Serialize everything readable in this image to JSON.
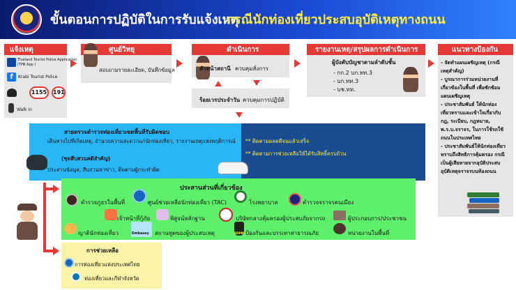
{
  "header": {
    "title_main": "ขั้นตอนการปฏิบัติในการรับแจ้งเหตุ",
    "title_sub": "กรณีนักท่องเที่ยวประสบอุบัติเหตุทางถนน"
  },
  "step1": {
    "title": "แจ้งเหตุ",
    "app_name": "Thailand Tourist Police Application",
    "app_sub": "(TPB App )",
    "fb_label": "Krabi Tourist Police",
    "phone1": "1155",
    "phone2": "191",
    "walkin": "Walk in"
  },
  "step2": {
    "title": "ศูนย์วิทยุ",
    "desc": "สอบถามรายละเอียด, บันทึกข้อมูล"
  },
  "step3": {
    "title": "ดำเนินการ",
    "role1": "หัวหน้าสถานี",
    "role1_desc": "ควบคุมสั่งการ",
    "role2": "ร้อยเวรประจำวัน",
    "role2_desc": "ควบคุมการปฏิบัติ"
  },
  "step4": {
    "title": "รายงานเหตุ/สรุปผลการดำเนินการ",
    "desc": "ผู้บังคับบัญชาตามลำดับชั้น",
    "items": [
      "- กก.2 บก.ทท.3",
      "- บก.ทท.3",
      "- บช.ทท."
    ]
  },
  "step5": {
    "title": "แนวทางป้องกัน",
    "lines": [
      "- จัดทำแผนเผชิญเหตุ (กรณี",
      "เหตุสำคัญ)",
      "- บูรณาการร่วมหน่วยงานที่",
      "เกี่ยวข้องในพื้นที่ เพื่อซักซ้อม",
      "แผนเผชิญเหตุ",
      "- ประชาสัมพันธ์ ให้นักท่อง",
      "เที่ยวทราบและเข้าใจเกี่ยวกับ",
      "กฎ, ระเบียบ, กฎหมาย,",
      "พ.ร.บ.จราจร, ในการใช้รถใช้",
      "ถนนในประเทศไทย",
      "- ประชาสัมพันธ์ให้นักท่องเที่ยว",
      "ทราบถึงสิทธิการคุ้มครอง กรณี",
      "เป็นผู้เสียหายจากอุบัติประสบ",
      "อุบัติเหตุจราจรบนท้องถนน"
    ]
  },
  "patrol": {
    "title": "สายตรวจตำรวจท่องเที่ยวเขตพื้นที่รับผิดชอบ",
    "desc": "เดินทางไปที่เกิดเหตุ, อำนวยความสะดวกแก่นักท่องเที่ยว, รายงานเหตุแห่งพฤติการณ์",
    "team": "(ชุดสืบสวนคดีสำคัญ)",
    "team_desc": "ประสานข้อมูล, สืบสวนหาข่าว, ติดตามผู้กระทำผิด",
    "follow1": "** ติดตามผลคดีจนแล้วเสร็จ",
    "follow2": "** ติดตามการช่วยเหลือให้ได้รับสิทธิ์ครบถ้วน"
  },
  "coord": {
    "title": "ประสานส่วนที่เกี่ยวข้อง",
    "items": [
      "ตำรวจภูธรในพื้นที่",
      "ศูนย์ช่วยเหลือนักท่องเที่ยว (TAC)",
      "โรงพยาบาล",
      "ตำรวจจราจรคนเมือง",
      "เจ้าหน้าที่กู้ภัย",
      "พิสูจน์หลักฐาน",
      "บริษัทกลางคุ้มครองผู้ประสบภัยจากรถ",
      "ผู้ประกอบการ/ประชาชน",
      "ญาตินักท่องเที่ยว",
      "สถานทูตของผู้ประสบเหตุ",
      "ป้องกันและบรรเทาสาธารณภัย",
      "หน่วยงานในพื้นที่"
    ],
    "embassy_label": "Embassy",
    "ddpm_label": "DDPM"
  },
  "help": {
    "title": "การช่วยเหลือ",
    "items": [
      "การท่องเที่ยวแห่งประเทศไทย",
      "ท่องเที่ยวและกีฬาจังหวัด"
    ]
  },
  "colors": {
    "red": "#e53935",
    "yellow_panel": "#fbf3a8",
    "green_panel": "#5ef06a",
    "blue_panel": "#29b6f6",
    "navy_panel": "#1a4d8f",
    "gray_panel": "#e6e6e6"
  }
}
